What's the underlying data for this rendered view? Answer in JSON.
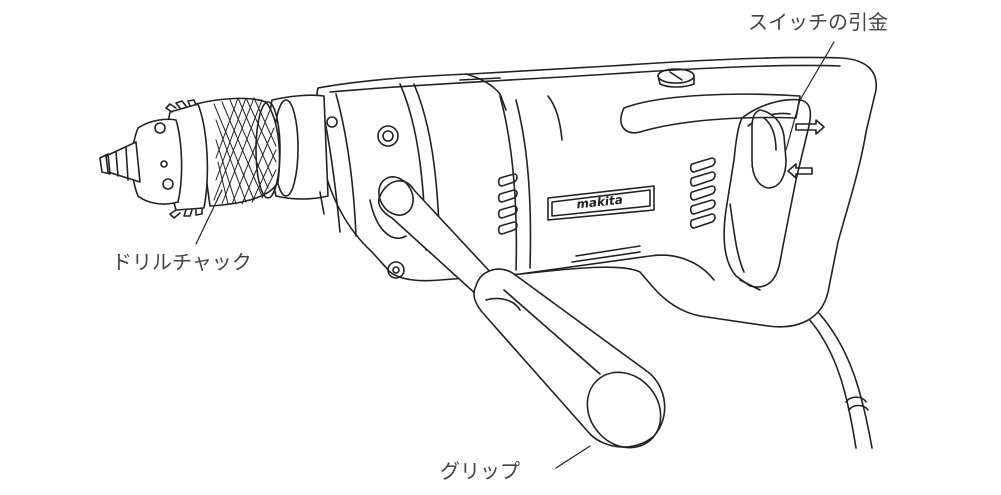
{
  "labels": {
    "switch_trigger": "スイッチの引金",
    "drill_chuck": "ドリルチャック",
    "grip": "グリップ"
  },
  "brand": {
    "logo": "makita"
  },
  "colors": {
    "ink": "#222222",
    "label": "#444444",
    "background": "#ffffff"
  }
}
